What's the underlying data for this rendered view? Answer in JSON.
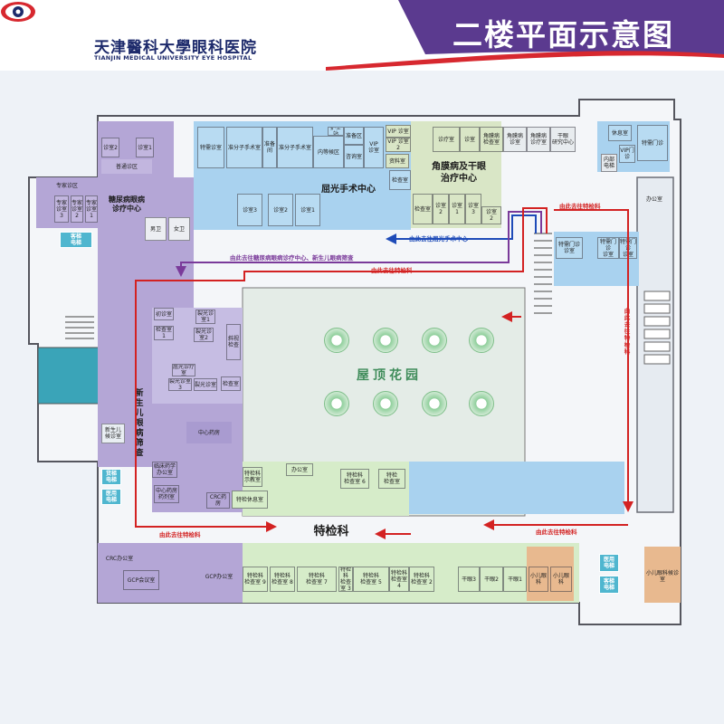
{
  "header": {
    "hospital_name_cn": "天津醫科大學眼科医院",
    "hospital_name_en": "TIANJIN MEDICAL UNIVERSITY EYE HOSPITAL",
    "title": "二楼平面示意图",
    "colors": {
      "header_bg": "#ffffff",
      "accent_purple": "#5b3a8f",
      "accent_red": "#d7282f"
    }
  },
  "zones": [
    {
      "id": "diabetes-center",
      "label": "糖尿病眼病\n诊疗中心",
      "color": "#b4a6d6"
    },
    {
      "id": "refractive-surgery-center",
      "label": "屈光手术中心",
      "color": "#a9d2ef"
    },
    {
      "id": "cornea-dry-eye-center",
      "label": "角膜病及干眼\n治疗中心",
      "color": "#d9e6c6"
    },
    {
      "id": "newborn-screening",
      "label": "新\n生\n儿\n眼\n病\n筛\n查",
      "color": "#c6bde3"
    },
    {
      "id": "special-exam",
      "label": "特检科",
      "color": "#d6ecc9"
    },
    {
      "id": "roof-garden",
      "label": "屋顶花园",
      "color": "#e2ebe6"
    }
  ],
  "route_labels": {
    "to_refractive": "由此去往屈光手术中心",
    "to_diabetes_newborn": "由此去往糖尿病眼病诊疗中心、新生儿眼病筛查",
    "to_special_exam": "由此去往特检科",
    "to_special_exam_right": "由此去往特检科",
    "to_special_exam_right2": "由此去往特检科",
    "to_special_exam_bottom1": "由此去往特检科",
    "to_special_exam_bottom2": "由此去往特检科"
  },
  "rooms": {
    "r1": "诊室2",
    "r2": "诊室1",
    "r3": "普通诊区",
    "r4": "专家诊区",
    "r5": "专家\n诊室\n3",
    "r6": "专家\n诊室\n2",
    "r7": "专家\n诊室\n1",
    "r8": "男卫",
    "r9": "女卫",
    "r10": "特需诊室",
    "r11": "准分子手术室",
    "r12": "准备间",
    "r13": "准分子手术室",
    "r14": "内等候区",
    "r15": "护士站",
    "r16": "准备区",
    "r17": "咨询室",
    "r18": "VIP\n诊室",
    "r19": "诊室3",
    "r20": "诊室2",
    "r21": "诊室1",
    "r22": "检查室",
    "r23": "VIP 诊室",
    "r24": "VIP 诊室2",
    "r25": "诊疗室",
    "r26": "诊室",
    "r27": "角膜病\n检查室",
    "r28": "角膜病\n诊室",
    "r29": "角膜病\n诊疗室",
    "r30": "干眼\n研究中心",
    "r31": "资料室",
    "r32": "检查室",
    "r33": "检查室",
    "r34": "诊室\n2",
    "r35": "诊室\n1",
    "r36": "诊室3",
    "r37": "诊室2",
    "r38": "诊室1",
    "r39": "诊室\n3",
    "r40": "诊室\n2",
    "r41": "诊室\n1",
    "r42": "休息室",
    "r43": "特需门诊",
    "r44": "内部\n电梯",
    "r45": "VIP门诊",
    "r46": "办公室",
    "r47": "特需门诊\n诊室",
    "r48": "特需门诊\n诊室",
    "r49": "特需门诊\n诊室",
    "r50": "初诊室",
    "r51": "检查室 1",
    "r52": "裂光诊室2",
    "r53": "裂光诊室1",
    "r54": "斜视\n检查",
    "r55": "屈光诊疗室",
    "r56": "裂光诊室3",
    "r57": "裂光诊室",
    "r58": "检查室",
    "r59": "中心药房",
    "r60": "新生儿\n候诊室",
    "r61": "临床药学\n办公室",
    "r62": "中心药房\n药剂室",
    "r63": "CRC药房",
    "r64": "特检休息室",
    "r65": "办公室",
    "r66": "特检科\n示教室",
    "r67": "特检科\n检查室 6",
    "r68": "特检\n检查室",
    "r69": "CRC办公室",
    "r70": "GCP会议室",
    "r71": "GCP办公室",
    "r72": "特检科\n检查室 9",
    "r73": "特检科\n检查室 8",
    "r74": "特检科\n检查室 7",
    "r75": "特检科\n检查室 5",
    "r76": "特检科\n检查室 3",
    "r77": "特检科\n检查室 2",
    "r78": "特检科\n检查室 4",
    "r79": "干眼3",
    "r80": "干眼2",
    "r81": "干眼1",
    "r82": "小儿眼科",
    "r83": "小儿眼科",
    "r84": "小儿眼科候诊室"
  },
  "elevators": {
    "e1": "货梯\n电梯",
    "e2": "医用\n电梯",
    "e3": "医用\n电梯",
    "e4": "客梯\n电梯",
    "e5": "客梯\n电梯"
  },
  "route_colors": {
    "blue": "#1e4bb8",
    "purple": "#7a3a9a",
    "red": "#d32222"
  }
}
